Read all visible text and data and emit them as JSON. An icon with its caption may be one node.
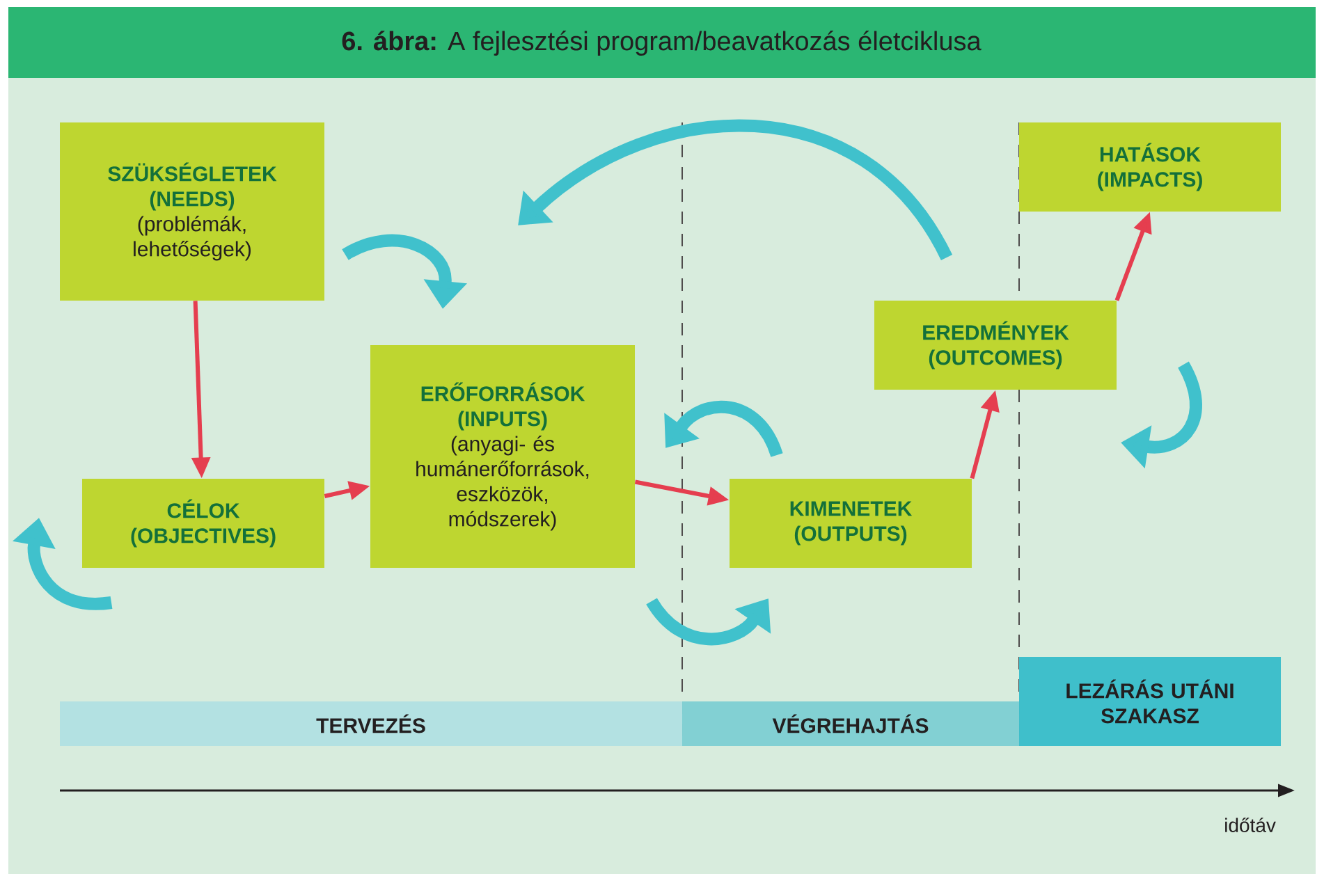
{
  "diagram": {
    "title": "**6. ábra:** A fejlesztési program/beavatkozás életciklusa",
    "nodes": [
      {
        "text": [
          "SZÜKSÉGLETEK (NEEDS)",
          "(problémák, lehetőségek)"
        ]
      },
      {
        "text": [
          "CÉLOK (OBJECTIVES)"
        ]
      },
      {
        "text": [
          "ERŐFORRÁSOK (INPUTS)",
          "(anyagi- és humánerőforrások, eszközök, módszerek)"
        ]
      },
      {
        "text": [
          "KIMENETEK (OUTPUTS)"
        ]
      },
      {
        "text": [
          "EREDMÉNYEK (OUTCOMES)"
        ]
      },
      {
        "text": [
          "HATÁSOK (IMPACTS)"
        ]
      },
      {
        "text": [
          "TERVEZÉS"
        ]
      },
      {
        "text": [
          "VÉGREHAJTÁS"
        ]
      },
      {
        "text": [
          "LEZÁRÁS UTÁNI SZAKASZ"
        ]
      }
    ],
    "edges": [
      {
        "from": 0,
        "to": 1,
        "arrow": "to"
      },
      {
        "from": 1,
        "to": 2,
        "arrow": "to"
      },
      {
        "from": 2,
        "to": 3,
        "arrow": "to"
      },
      {
        "from": 3,
        "to": 4,
        "arrow": "to"
      },
      {
        "from": 4,
        "to": 5,
        "arrow": "to"
      }
    ],
    "labels": [
      "időtáv"
    ]
  }
}
